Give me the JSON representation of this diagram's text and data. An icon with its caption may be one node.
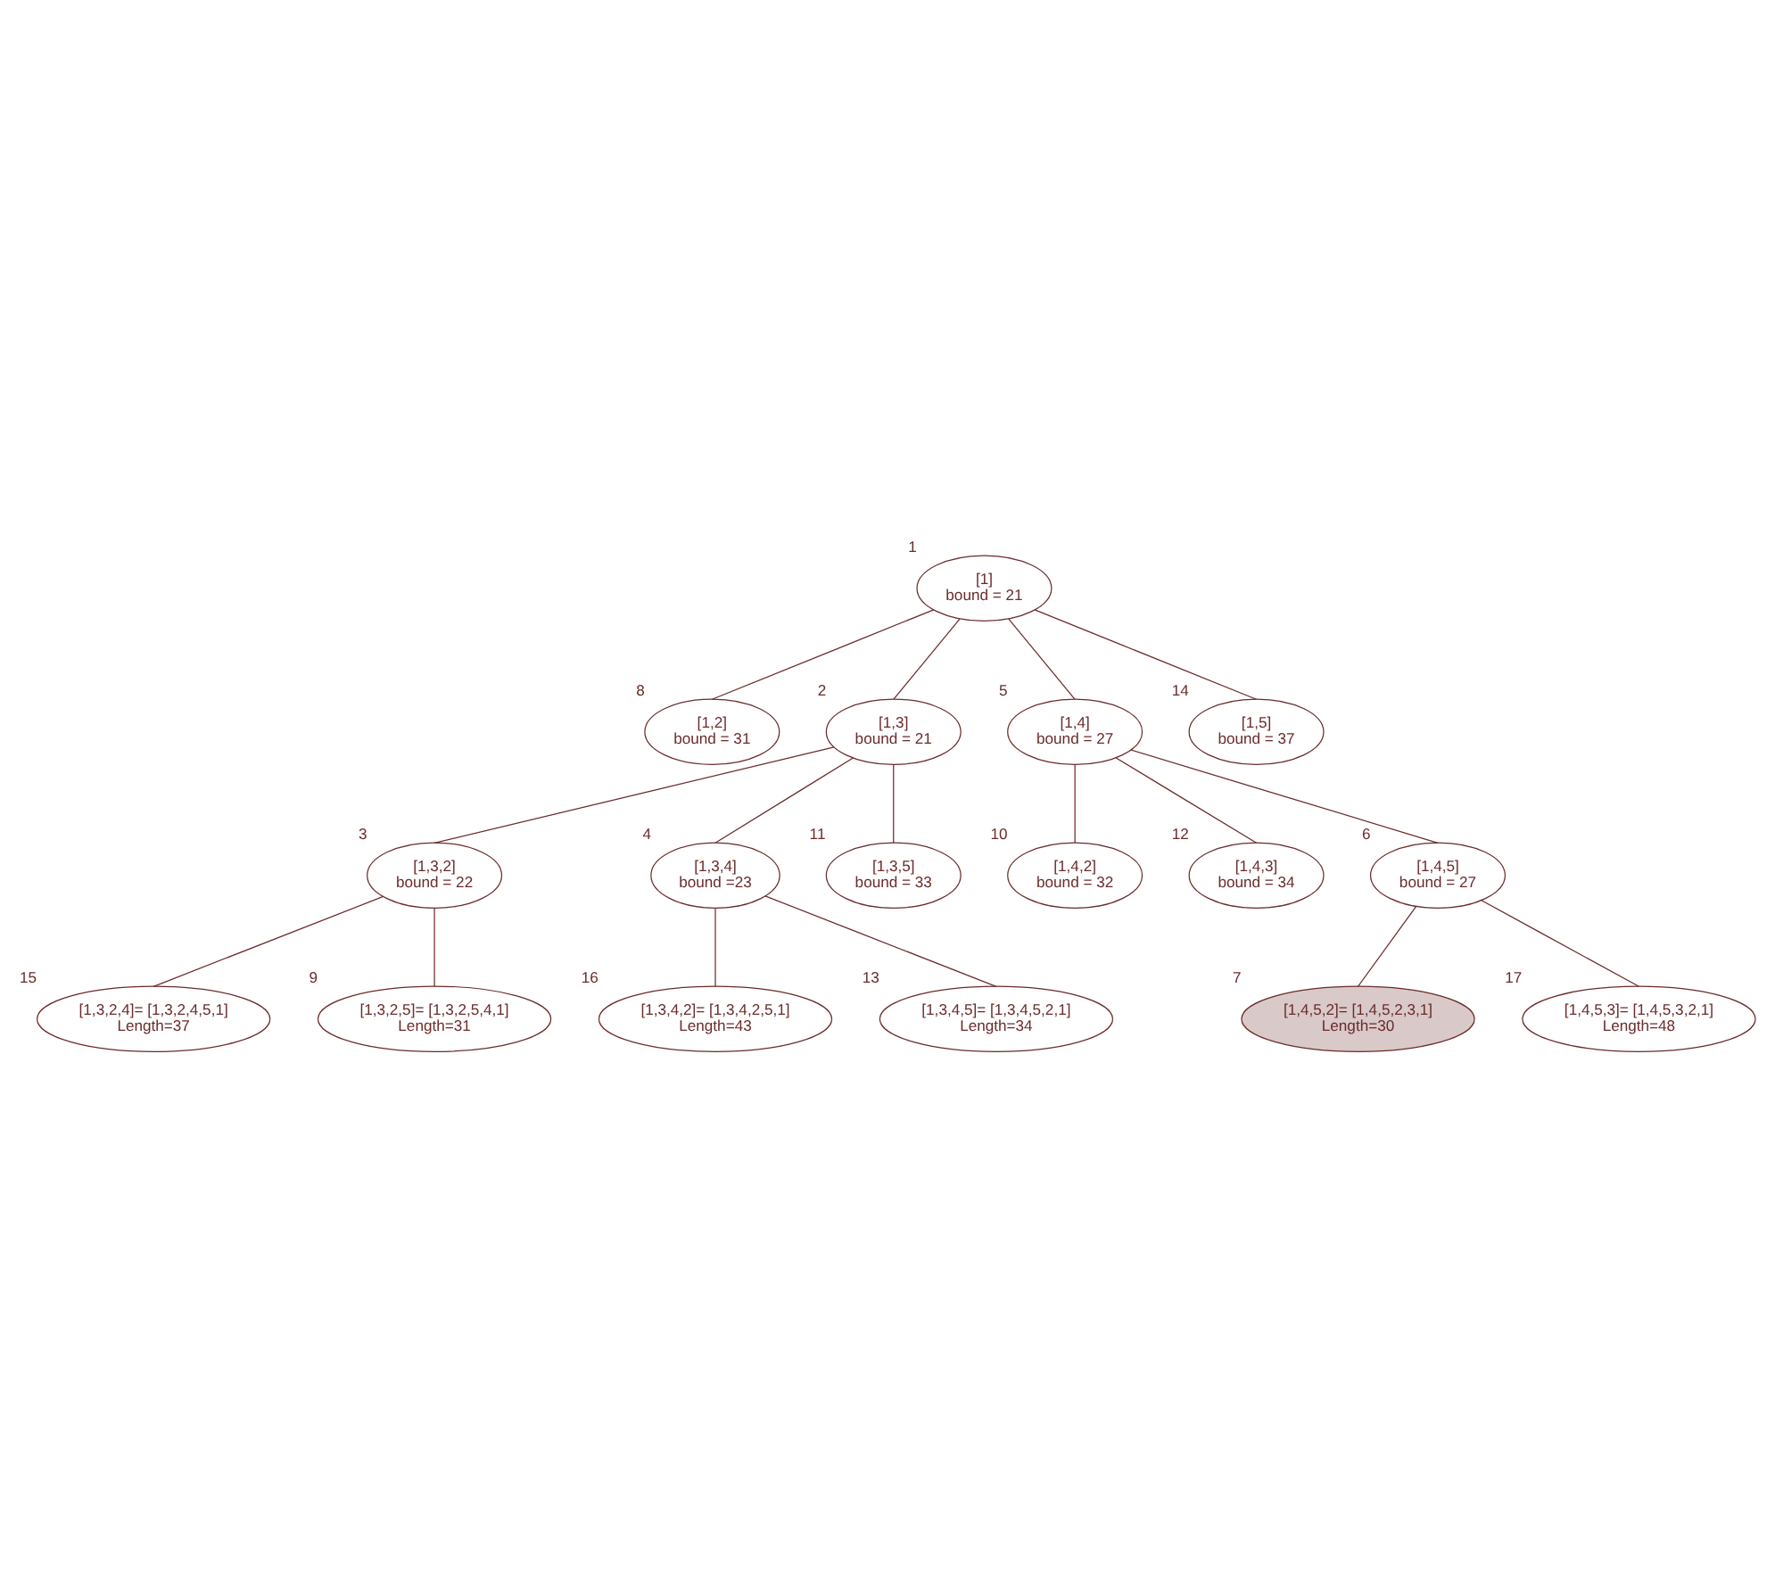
{
  "diagram": {
    "nodes": [
      {
        "text": [
          "[1]",
          "bound = 21"
        ],
        "beside": [
          "1"
        ]
      },
      {
        "text": [
          "[1,2]",
          "bound = 31"
        ],
        "beside": [
          "8"
        ]
      },
      {
        "text": [
          "[1,3]",
          "bound = 21"
        ],
        "beside": [
          "2"
        ]
      },
      {
        "text": [
          "[1,4]",
          "bound = 27"
        ],
        "beside": [
          "5"
        ]
      },
      {
        "text": [
          "[1,5]",
          "bound = 37"
        ],
        "beside": [
          "14"
        ]
      },
      {
        "text": [
          "[1,3,2]",
          "bound = 22"
        ],
        "beside": [
          "3"
        ]
      },
      {
        "text": [
          "[1,3,4]",
          "bound =23"
        ],
        "beside": [
          "4"
        ]
      },
      {
        "text": [
          "[1,3,5]",
          "bound = 33"
        ],
        "beside": [
          "11"
        ]
      },
      {
        "text": [
          "[1,4,2]",
          "bound = 32"
        ],
        "beside": [
          "10"
        ]
      },
      {
        "text": [
          "[1,4,3]",
          "bound = 34"
        ],
        "beside": [
          "12"
        ]
      },
      {
        "text": [
          "[1,4,5]",
          "bound = 27"
        ],
        "beside": [
          "6"
        ]
      },
      {
        "text": [
          "[1,3,2,4]= [1,3,2,4,5,1]",
          "Length=37"
        ],
        "beside": [
          "15"
        ]
      },
      {
        "text": [
          "[1,3,2,5]= [1,3,2,5,4,1]",
          "Length=31"
        ],
        "beside": [
          "9"
        ]
      },
      {
        "text": [
          "[1,3,4,2]= [1,3,4,2,5,1]",
          "Length=43"
        ],
        "beside": [
          "16"
        ]
      },
      {
        "text": [
          "[1,3,4,5]= [1,3,4,5,2,1]",
          "Length=34"
        ],
        "beside": [
          "13"
        ]
      },
      {
        "text": [
          "[1,4,5,2]= [1,4,5,2,3,1]",
          "Length=30"
        ],
        "beside": [
          "7"
        ]
      },
      {
        "text": [
          "[1,4,5,3]= [1,4,5,3,2,1]",
          "Length=48"
        ],
        "beside": [
          "17"
        ]
      }
    ],
    "edges": [
      {
        "from": 0,
        "to": 1,
        "arrow": "none"
      },
      {
        "from": 0,
        "to": 2,
        "arrow": "none"
      },
      {
        "from": 0,
        "to": 3,
        "arrow": "none"
      },
      {
        "from": 0,
        "to": 4,
        "arrow": "none"
      },
      {
        "from": 2,
        "to": 5,
        "arrow": "none"
      },
      {
        "from": 2,
        "to": 6,
        "arrow": "none"
      },
      {
        "from": 2,
        "to": 7,
        "arrow": "none"
      },
      {
        "from": 3,
        "to": 8,
        "arrow": "none"
      },
      {
        "from": 3,
        "to": 9,
        "arrow": "none"
      },
      {
        "from": 3,
        "to": 10,
        "arrow": "none"
      },
      {
        "from": 5,
        "to": 11,
        "arrow": "none"
      },
      {
        "from": 5,
        "to": 12,
        "arrow": "none"
      },
      {
        "from": 6,
        "to": 13,
        "arrow": "none"
      },
      {
        "from": 6,
        "to": 14,
        "arrow": "none"
      },
      {
        "from": 10,
        "to": 15,
        "arrow": "none"
      },
      {
        "from": 10,
        "to": 16,
        "arrow": "none"
      }
    ]
  }
}
